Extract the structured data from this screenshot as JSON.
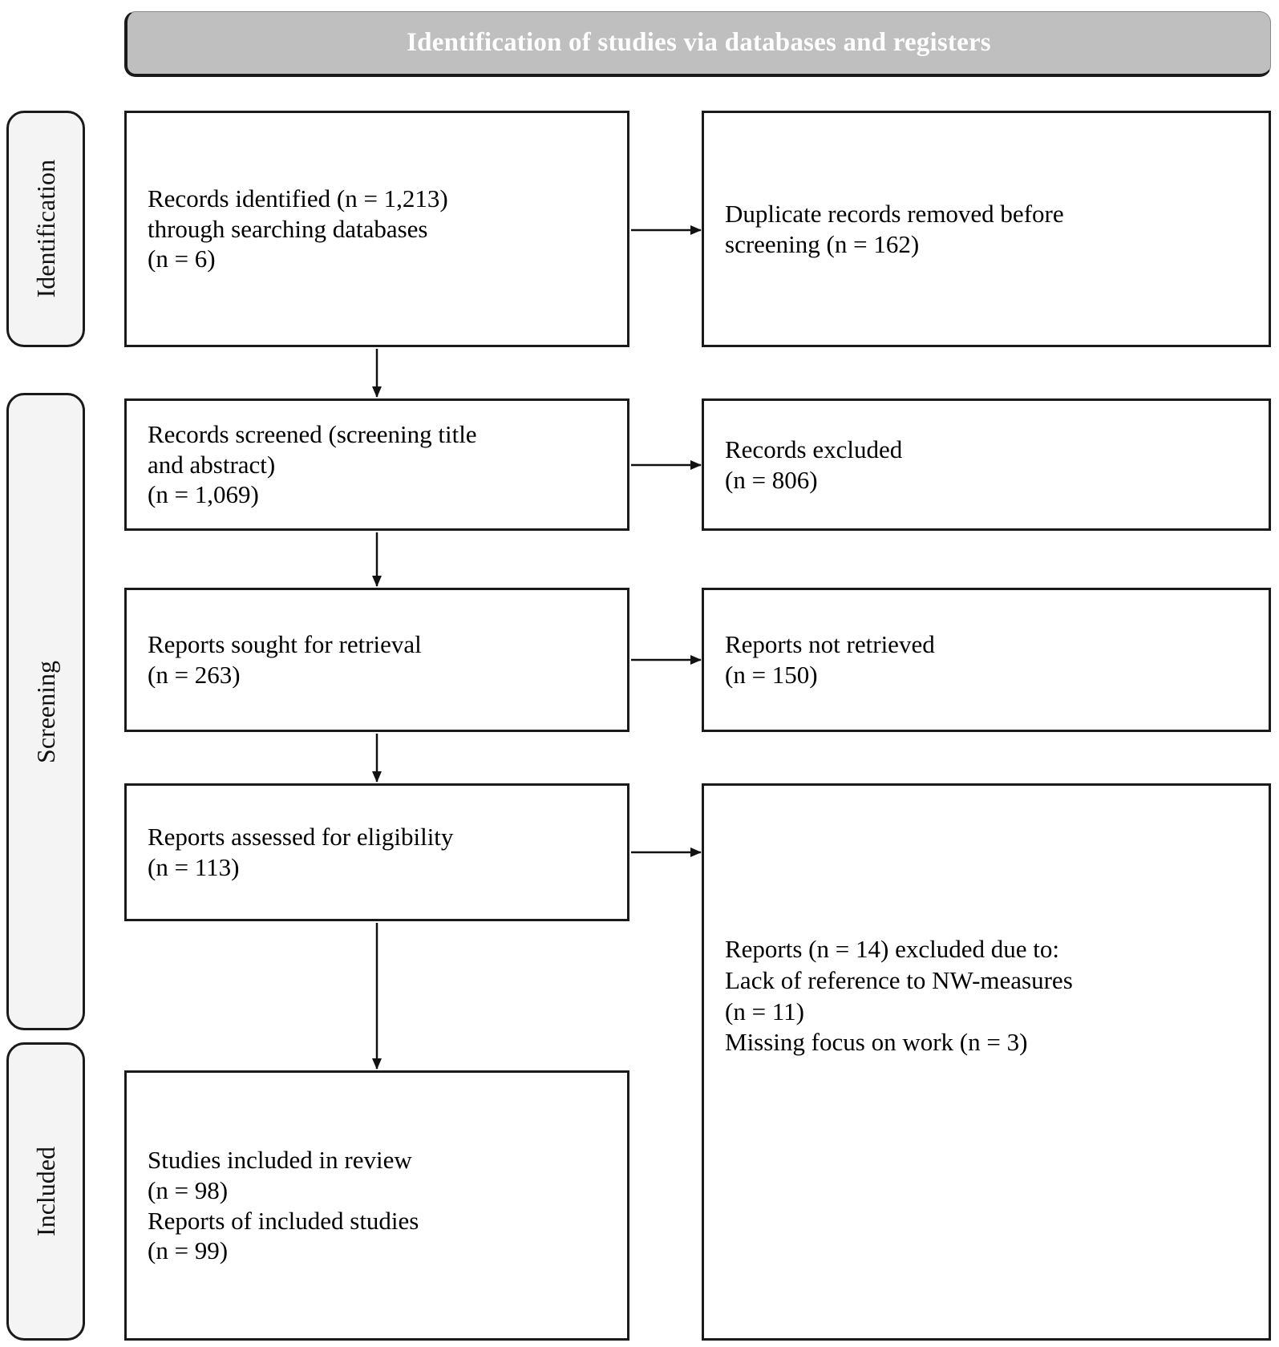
{
  "header": {
    "title": "Identification of studies via databases and registers",
    "background_color": "#bfbfbf",
    "text_color": "#ffffff"
  },
  "stages": [
    {
      "id": "identification",
      "label": "Identification"
    },
    {
      "id": "screening",
      "label": "Screening"
    },
    {
      "id": "included",
      "label": "Included"
    }
  ],
  "boxes": {
    "identified": "Records identified (n = 1,213)\nthrough searching databases\n(n = 6)",
    "duplicates": "Duplicate records removed before\nscreening (n = 162)",
    "screened": "Records screened (screening title\nand abstract)\n(n = 1,069)",
    "excluded": "Records excluded\n(n = 806)",
    "sought": "Reports sought for retrieval\n(n = 263)",
    "not_retrieved": "Reports not retrieved\n(n = 150)",
    "assessed": "Reports assessed for eligibility\n(n = 113)",
    "exclusion_reasons": "Reports (n = 14) excluded due to:\nLack of reference to NW-measures\n   (n = 11)\nMissing focus on work (n = 3)",
    "included": "Studies included in review\n(n = 98)\nReports of included studies\n(n = 99)"
  },
  "chart_data": {
    "type": "diagram",
    "title": "PRISMA 2020 flow diagram",
    "nodes": [
      {
        "id": "identified",
        "stage": "Identification",
        "column": "left",
        "label": "Records identified through searching databases",
        "counts": {
          "databases": 1213,
          "registers": 6
        }
      },
      {
        "id": "duplicates",
        "stage": "Identification",
        "column": "right",
        "label": "Duplicate records removed before screening",
        "counts": {
          "n": 162
        }
      },
      {
        "id": "screened",
        "stage": "Screening",
        "column": "left",
        "label": "Records screened (screening title and abstract)",
        "counts": {
          "n": 1069
        }
      },
      {
        "id": "excluded",
        "stage": "Screening",
        "column": "right",
        "label": "Records excluded",
        "counts": {
          "n": 806
        }
      },
      {
        "id": "sought",
        "stage": "Screening",
        "column": "left",
        "label": "Reports sought for retrieval",
        "counts": {
          "n": 263
        }
      },
      {
        "id": "not_retrieved",
        "stage": "Screening",
        "column": "right",
        "label": "Reports not retrieved",
        "counts": {
          "n": 150
        }
      },
      {
        "id": "assessed",
        "stage": "Screening",
        "column": "left",
        "label": "Reports assessed for eligibility",
        "counts": {
          "n": 113
        }
      },
      {
        "id": "exclusion_reasons",
        "stage": "Screening",
        "column": "right",
        "label": "Reports excluded due to",
        "counts": {
          "n": 14,
          "lack_of_reference_to_NW_measures": 11,
          "missing_focus_on_work": 3
        }
      },
      {
        "id": "included",
        "stage": "Included",
        "column": "left",
        "label": "Studies included in review",
        "counts": {
          "studies": 98,
          "reports": 99
        }
      }
    ],
    "edges": [
      {
        "from": "identified",
        "to": "duplicates",
        "direction": "right"
      },
      {
        "from": "identified",
        "to": "screened",
        "direction": "down"
      },
      {
        "from": "screened",
        "to": "excluded",
        "direction": "right"
      },
      {
        "from": "screened",
        "to": "sought",
        "direction": "down"
      },
      {
        "from": "sought",
        "to": "not_retrieved",
        "direction": "right"
      },
      {
        "from": "sought",
        "to": "assessed",
        "direction": "down"
      },
      {
        "from": "assessed",
        "to": "exclusion_reasons",
        "direction": "right"
      },
      {
        "from": "assessed",
        "to": "included",
        "direction": "down"
      }
    ]
  }
}
